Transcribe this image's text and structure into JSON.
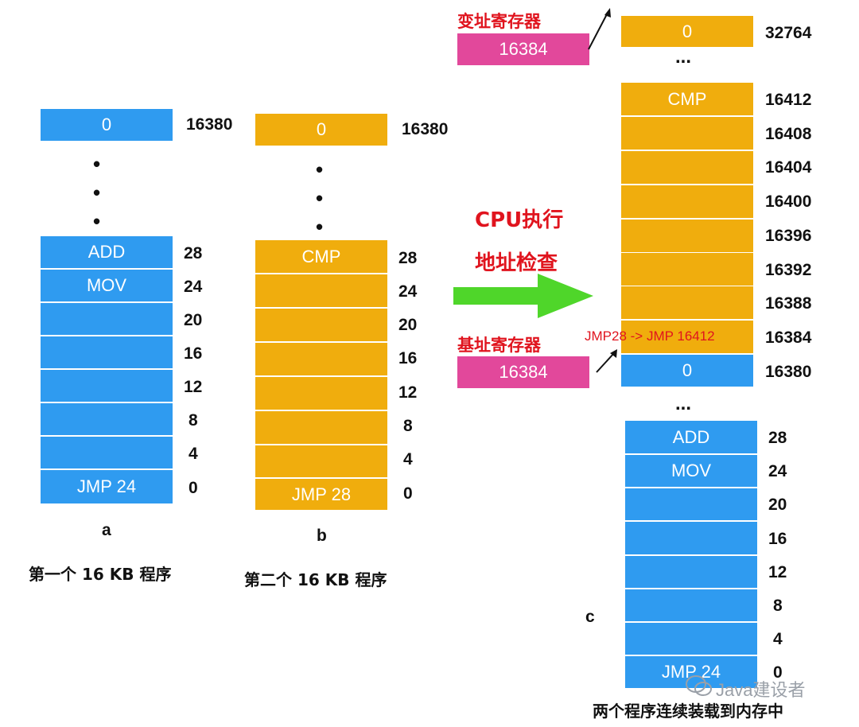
{
  "program_a": {
    "top_cell": "0",
    "top_addr": "16380",
    "cells": [
      "ADD",
      "MOV",
      "",
      "",
      "",
      "",
      "",
      "JMP 24"
    ],
    "addrs": [
      "28",
      "24",
      "20",
      "16",
      "12",
      "8",
      "4",
      "0"
    ],
    "letter": "a",
    "caption": "第一个 16 KB 程序"
  },
  "program_b": {
    "top_cell": "0",
    "top_addr": "16380",
    "cells": [
      "CMP",
      "",
      "",
      "",
      "",
      "",
      "",
      "JMP 28"
    ],
    "addrs": [
      "28",
      "24",
      "20",
      "16",
      "12",
      "8",
      "4",
      "0"
    ],
    "letter": "b",
    "caption": "第二个 16 KB 程序"
  },
  "arrow": {
    "line1": "CPU执行",
    "line2": "地址检查",
    "color": "#4fd62a"
  },
  "limit_register": {
    "label": "变址寄存器",
    "value": "16384"
  },
  "base_register": {
    "label": "基址寄存器",
    "value": "16384"
  },
  "memory_c": {
    "top_cell": "0",
    "top_addr": "32764",
    "orange_cells": [
      "CMP",
      "",
      "",
      "",
      "",
      "",
      "",
      ""
    ],
    "orange_addrs": [
      "16412",
      "16408",
      "16404",
      "16400",
      "16396",
      "16392",
      "16388",
      "16384"
    ],
    "jmp_annotation": "JMP28 -> JMP 16412",
    "blue_top_cell": "0",
    "blue_top_addr": "16380",
    "blue_cells": [
      "ADD",
      "MOV",
      "",
      "",
      "",
      "",
      "",
      "JMP 24"
    ],
    "blue_addrs": [
      "28",
      "24",
      "20",
      "16",
      "12",
      "8",
      "4",
      "0"
    ],
    "letter": "c",
    "caption": "两个程序连续装载到内存中"
  },
  "dots": "•",
  "ellipsis": "...",
  "watermark": "Java建设者",
  "colors": {
    "blue": "#2f9bf0",
    "orange": "#f0ad0d",
    "pink": "#e2489b",
    "red": "#e0141e"
  }
}
